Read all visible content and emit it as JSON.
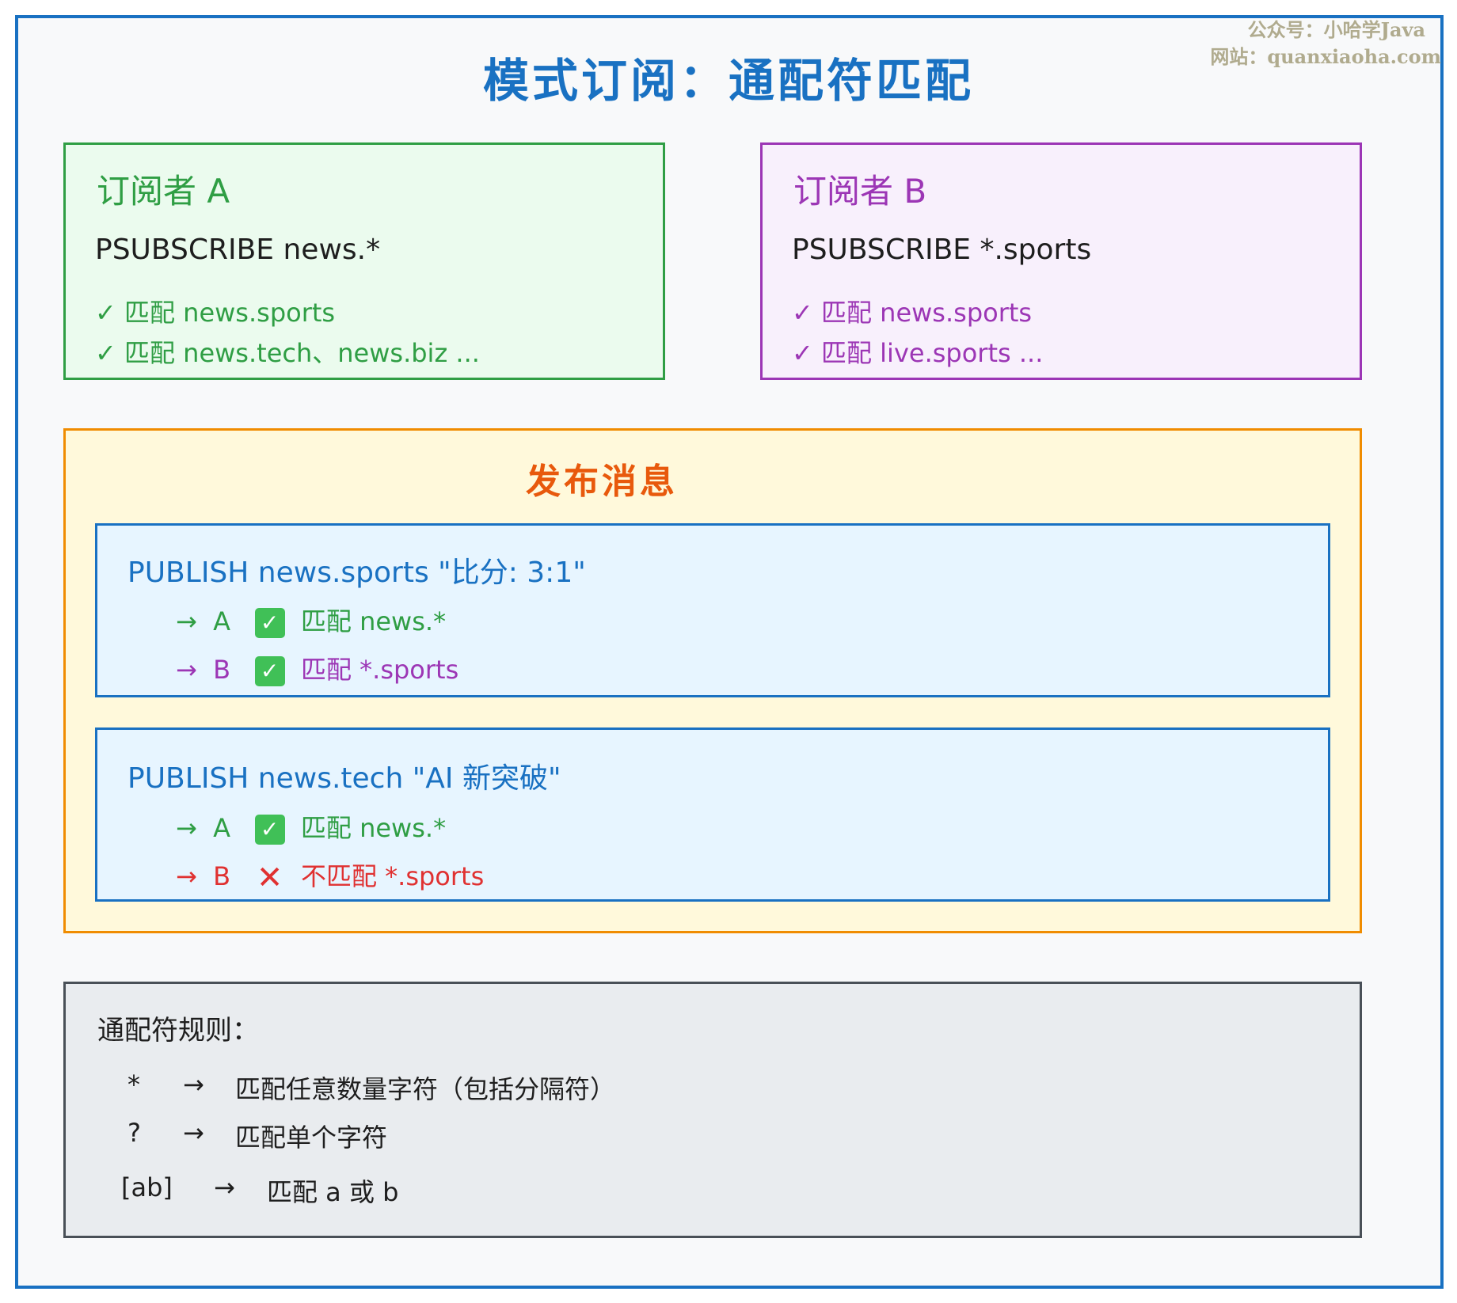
{
  "watermark": {
    "line1": "公众号：小哈学Java",
    "line2": "网站：quanxiaoha.com"
  },
  "title": "模式订阅：通配符匹配",
  "subscriber_a": {
    "title": "订阅者 A",
    "command": "PSUBSCRIBE news.*",
    "matches": [
      "✓ 匹配 news.sports",
      "✓ 匹配 news.tech、news.biz ..."
    ]
  },
  "subscriber_b": {
    "title": "订阅者 B",
    "command": "PSUBSCRIBE *.sports",
    "matches": [
      "✓ 匹配 news.sports",
      "✓ 匹配 live.sports ..."
    ]
  },
  "publish": {
    "title": "发布消息",
    "messages": [
      {
        "command": "PUBLISH news.sports \"比分: 3:1\"",
        "results": [
          {
            "arrow": "→",
            "who": "A",
            "icon": "check-icon",
            "text": "匹配 news.*"
          },
          {
            "arrow": "→",
            "who": "B",
            "icon": "check-icon",
            "text": "匹配 *.sports"
          }
        ]
      },
      {
        "command": "PUBLISH news.tech \"AI 新突破\"",
        "results": [
          {
            "arrow": "→",
            "who": "A",
            "icon": "check-icon",
            "text": "匹配 news.*"
          },
          {
            "arrow": "→",
            "who": "B",
            "icon": "cross-icon",
            "text": "不匹配 *.sports"
          }
        ]
      }
    ]
  },
  "rules": {
    "title": "通配符规则：",
    "items": [
      {
        "symbol": "*",
        "arrow": "→",
        "text": "匹配任意数量字符（包括分隔符）"
      },
      {
        "symbol": "?",
        "arrow": "→",
        "text": "匹配单个字符"
      },
      {
        "symbol": "[ab]",
        "arrow": "→",
        "text": "匹配 a 或 b"
      }
    ]
  },
  "colors": {
    "frame": "#1971c2",
    "a": "#2f9e44",
    "b": "#9c36b5",
    "publish": "#f08c00",
    "message": "#1971c2",
    "mismatch": "#e03131",
    "rules": "#495057"
  }
}
